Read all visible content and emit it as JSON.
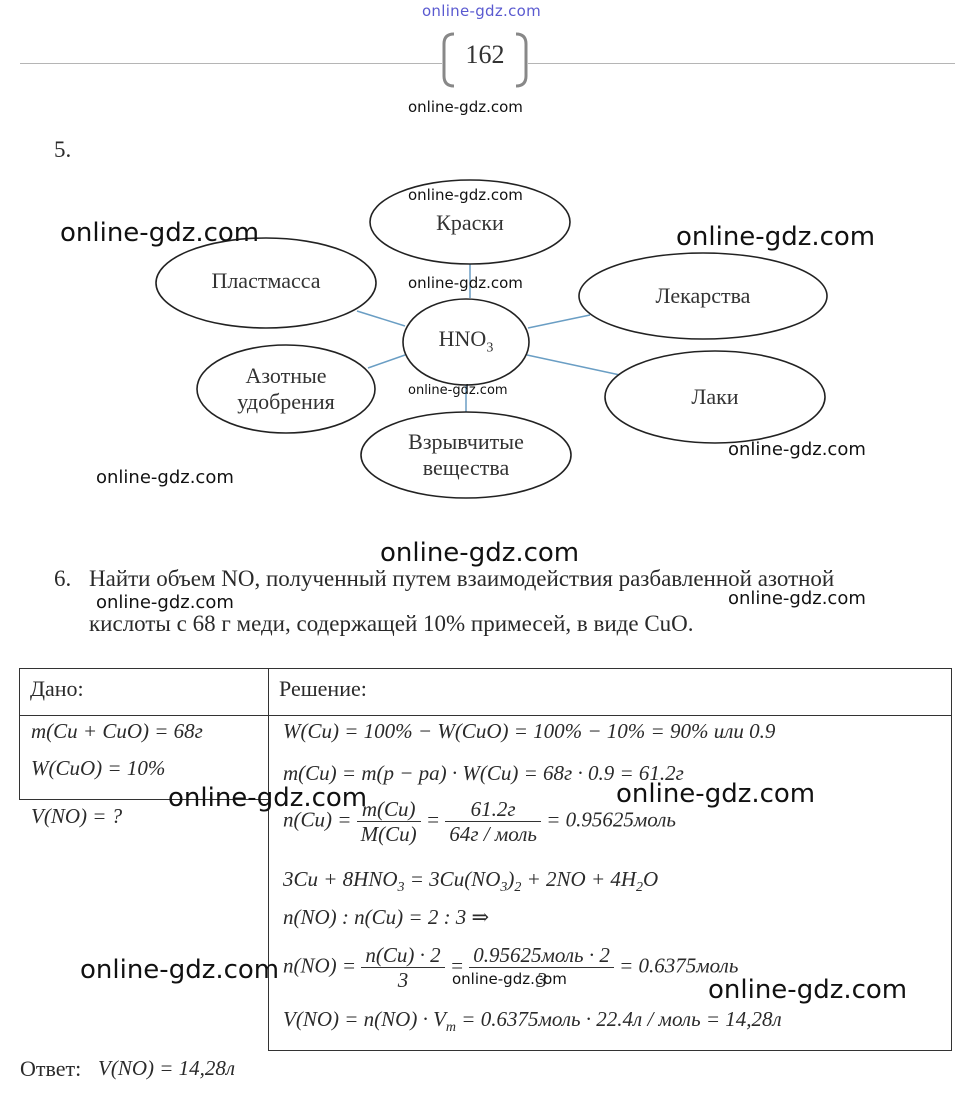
{
  "header": {
    "watermark": "online-gdz.com",
    "page_number": "162",
    "sub_watermark": "online-gdz.com"
  },
  "task5": {
    "number": "5.",
    "center": {
      "main": "HNO",
      "sub": "3"
    },
    "nodes": {
      "paints": "Краски",
      "plastic": "Пластмасса",
      "medicine": "Лекарства",
      "fertilizer_line1": "Азотные",
      "fertilizer_line2": "удобрения",
      "varnish": "Лаки",
      "explosive_line1": "Взрывчитые",
      "explosive_line2": "вещества"
    }
  },
  "task6": {
    "number": "6.",
    "line1": "Найти объем NO, полученный путем взаимодействия разбавленной азотной",
    "line2": "кислоты с 68 г меди, содержащей 10% примесей, в виде CuO.",
    "given_header": "Дано:",
    "solution_header": "Решение:",
    "given1": "m(Cu + CuO) = 68г",
    "given2": "W(CuO) = 10%",
    "find": "V(NO) = ?",
    "sol1": "W(Cu) = 100% − W(CuO) = 100% − 10% = 90%  или  0.9",
    "sol2": "m(Cu) = m(p − pa) · W(Cu) = 68г · 0.9 = 61.2г",
    "sol3_lhs": "n(Cu) =",
    "sol3_num1": "m(Cu)",
    "sol3_den1": "M(Cu)",
    "sol3_eq": "=",
    "sol3_num2": "61.2г",
    "sol3_den2": "64г / моль",
    "sol3_rhs": "= 0.95625моль",
    "sol4_a": "3Cu + 8HNO",
    "sol4_b": "3",
    "sol4_c": " = 3Cu(NO",
    "sol4_d": "3",
    "sol4_e": ")",
    "sol4_f": "2",
    "sol4_g": " + 2NO + 4H",
    "sol4_h": "2",
    "sol4_i": "O",
    "sol5": "n(NO) : n(Cu) = 2 : 3 ⇒",
    "sol6_lhs": "n(NO) =",
    "sol6_num1": "n(Cu) · 2",
    "sol6_den1": "3",
    "sol6_eq": "=",
    "sol6_num2": "0.95625моль · 2",
    "sol6_den2": "3",
    "sol6_rhs": "= 0.6375моль",
    "sol7_a": "V(NO) = n(NO) · V",
    "sol7_sub": "m",
    "sol7_b": " = 0.6375моль · 22.4л / моль = 14,28л",
    "answer_label": "Ответ:",
    "answer_value": "V(NO) = 14,28л"
  },
  "watermarks": {
    "text": "online-gdz.com"
  }
}
